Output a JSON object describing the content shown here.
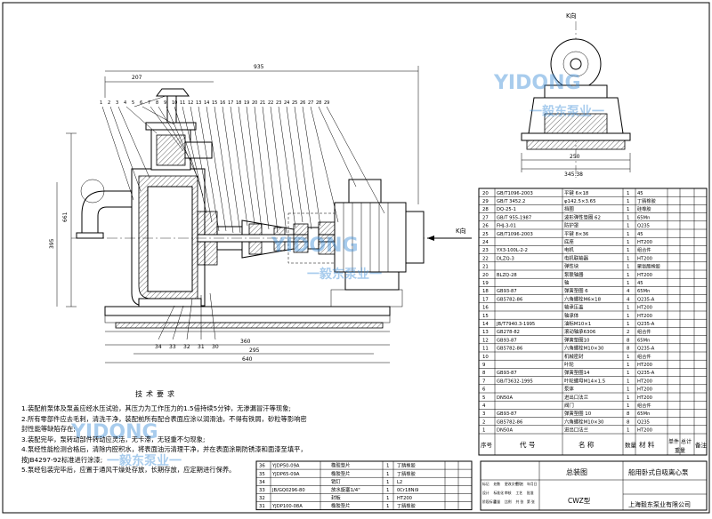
{
  "views": {
    "k_view_label": "K向",
    "k_arrow_label": "K向",
    "dims": {
      "d_top_a": "207",
      "d_top_b": "935",
      "d_total": "640",
      "d_left_h": "661",
      "d_left_h2": "395",
      "d_right_w": "250",
      "d_right_w2": "345.38",
      "d_bottom_1": "360",
      "d_bottom_2": "295"
    },
    "balloons_bottom": [
      "34",
      "33",
      "32",
      "31",
      "30"
    ],
    "balloons_top": [
      "1",
      "2",
      "3",
      "4",
      "5",
      "6",
      "7",
      "8",
      "9",
      "10",
      "11",
      "12",
      "13",
      "14",
      "15",
      "16",
      "17",
      "18",
      "19",
      "20",
      "21",
      "22",
      "23",
      "24",
      "25",
      "26",
      "27",
      "28",
      "29"
    ]
  },
  "watermark": {
    "brand": "YIDONG",
    "brand_cn": "一毅东泵业一",
    "colors": {
      "primary": "#3f8fd8"
    }
  },
  "bom_upper": [
    {
      "no": "20",
      "code": "GB/T1096-2003",
      "name": "键",
      "spec": "平键 6×18",
      "qty": "1",
      "mat": "45"
    },
    {
      "no": "29",
      "code": "GB/T 3452.2",
      "name": "O型密封圈",
      "spec": "φ142.5×3.65",
      "qty": "1",
      "mat": "丁腈橡胶"
    },
    {
      "no": "28",
      "code": "DQ-25-1",
      "name": "挡圈",
      "spec": "",
      "qty": "1",
      "mat": "硅橡胶"
    },
    {
      "no": "27",
      "code": "GB/T 955-1987",
      "name": "弹性垫圈",
      "spec": "波形弹性垫圈 62",
      "qty": "1",
      "mat": "65Mn"
    },
    {
      "no": "26",
      "code": "FHJ-3-01",
      "name": "防护罩",
      "spec": "",
      "qty": "1",
      "mat": "Q235"
    },
    {
      "no": "25",
      "code": "GB/T1096-2003",
      "name": "键",
      "spec": "平键 8×36",
      "qty": "1",
      "mat": "45"
    },
    {
      "no": "24",
      "code": "",
      "name": "底座",
      "spec": "",
      "qty": "1",
      "mat": "HT200"
    },
    {
      "no": "23",
      "code": "YX3-100L-2-2",
      "name": "电机",
      "spec": "",
      "qty": "1",
      "mat": "组合件"
    },
    {
      "no": "22",
      "code": "DLZQ-3",
      "name": "电机联轴器",
      "spec": "",
      "qty": "1",
      "mat": "HT200"
    },
    {
      "no": "21",
      "code": "",
      "name": "弹性块",
      "spec": "",
      "qty": "1",
      "mat": "聚氨酯橡胶"
    },
    {
      "no": "20",
      "code": "BLZQ-28",
      "name": "泵联轴器",
      "spec": "",
      "qty": "1",
      "mat": "HT200"
    },
    {
      "no": "19",
      "code": "",
      "name": "轴",
      "spec": "",
      "qty": "1",
      "mat": "45"
    },
    {
      "no": "18",
      "code": "GB93-87",
      "name": "弹簧垫圈",
      "spec": "弹簧垫圈 6",
      "qty": "4",
      "mat": "65Mn"
    },
    {
      "no": "17",
      "code": "GB5782-86",
      "name": "六角螺栓",
      "spec": "六角螺栓M6×18",
      "qty": "4",
      "mat": "Q235-A"
    },
    {
      "no": "16",
      "code": "",
      "name": "轴承压盖",
      "spec": "",
      "qty": "1",
      "mat": "HT200"
    },
    {
      "no": "15",
      "code": "",
      "name": "轴承体",
      "spec": "",
      "qty": "1",
      "mat": "HT200"
    },
    {
      "no": "14",
      "code": "JB/T7940.3-1995",
      "name": "油杯",
      "spec": "油标M10×1",
      "qty": "1",
      "mat": "Q235-A"
    },
    {
      "no": "13",
      "code": "GB278-82",
      "name": "深沟球轴承",
      "spec": "滚动轴承6306",
      "qty": "2",
      "mat": "组合件"
    },
    {
      "no": "12",
      "code": "GB93-87",
      "name": "弹簧垫圈",
      "spec": "弹簧垫圈10",
      "qty": "8",
      "mat": "65Mn"
    },
    {
      "no": "11",
      "code": "GB5782-86",
      "name": "六角螺栓",
      "spec": "六角螺栓M10×30",
      "qty": "8",
      "mat": "Q235-A"
    },
    {
      "no": "10",
      "code": "",
      "name": "机械密封",
      "spec": "",
      "qty": "1",
      "mat": "组合件"
    },
    {
      "no": "9",
      "code": "",
      "name": "叶轮",
      "spec": "",
      "qty": "1",
      "mat": "HT200"
    },
    {
      "no": "8",
      "code": "GB93-87",
      "name": "弹簧垫圈",
      "spec": "弹簧垫圈14",
      "qty": "1",
      "mat": "Q235-A"
    },
    {
      "no": "7",
      "code": "GB/T3632-1995",
      "name": "叶轮螺母",
      "spec": "叶轮螺母M14×1.5",
      "qty": "1",
      "mat": "HT200"
    },
    {
      "no": "6",
      "code": "",
      "name": "泵体",
      "spec": "",
      "qty": "1",
      "mat": "HT200"
    },
    {
      "no": "5",
      "code": "DN50A",
      "name": "进出口法兰",
      "spec": "",
      "qty": "1",
      "mat": "HT200"
    },
    {
      "no": "4",
      "code": "",
      "name": "阀门",
      "spec": "",
      "qty": "1",
      "mat": "组合件"
    },
    {
      "no": "3",
      "code": "GB93-87",
      "name": "弹簧垫圈",
      "spec": "弹簧垫圈 10",
      "qty": "8",
      "mat": "65Mn"
    },
    {
      "no": "2",
      "code": "GB5782-86",
      "name": "六角螺栓",
      "spec": "六角螺栓M10×30",
      "qty": "8",
      "mat": "Q235"
    },
    {
      "no": "1",
      "code": "DN50A",
      "name": "进出口法兰",
      "spec": "",
      "qty": "1",
      "mat": "HT200"
    }
  ],
  "bom_header": {
    "no": "序号",
    "code": "代 号",
    "name": "名  称",
    "qty": "数量",
    "mat": "材  料",
    "unit": "单件",
    "total": "总计",
    "weight": "重量",
    "remark": "备注"
  },
  "bom_lower": [
    {
      "no": "36",
      "code": "YJDP50-09A",
      "name": "橡胶垫片",
      "qty": "1",
      "mat": "丁腈橡胶"
    },
    {
      "no": "35",
      "code": "YJDP65-09A",
      "name": "橡胶垫片",
      "qty": "1",
      "mat": "丁腈橡胶"
    },
    {
      "no": "34",
      "code": "",
      "name": "销钉",
      "qty": "1",
      "mat": "L2"
    },
    {
      "no": "33",
      "code": "JB/GQ0296-80",
      "name": "放水旋塞1/4\"",
      "qty": "1",
      "mat": "0Cr18Ni9"
    },
    {
      "no": "32",
      "code": "",
      "name": "封板",
      "qty": "1",
      "mat": "HT200"
    },
    {
      "no": "31",
      "code": "YJDP100-08A",
      "name": "橡胶垫片",
      "qty": "1",
      "mat": "丁腈橡胶"
    }
  ],
  "title_block": {
    "drawing_name": "总装图",
    "product": "船用卧式自吸离心泵",
    "model": "CWZ型",
    "company": "上海毅东泵业有限公司",
    "small_labels": [
      "标记",
      "处数",
      "更改文件号",
      "签 名",
      "年月日",
      "设计",
      "标准化",
      "审核",
      "工艺",
      "批准",
      "阶段标记",
      "重量",
      "比例",
      "共  张",
      "第  张"
    ]
  },
  "notes": {
    "title": "技术要求",
    "items": [
      "1.装配前泵体及泵盖应经水压试验，其压力为工作压力的1.5倍持续5分钟，无渗漏冒汗等现象;",
      "2.所有零部件应去毛刺，清洗干净，装配前所有配合表面应涂以润滑油，不得有铁屑，砂粒等影响密",
      "  封性能等缺陷存在;",
      "3.装配完毕，泵转动部件转动应灵活，无卡滞，无轻重不匀现象;",
      "4.泵经性能检测合格后，清除内腔积水，将表面油污清理干净，并在表面涂刷防锈漆和面漆至填平，",
      "  按JB4297-92标准进行涂漆;",
      "5.泵经包装完毕后，应置于通风干燥处存放，长期存放，应定期进行保养。"
    ]
  }
}
